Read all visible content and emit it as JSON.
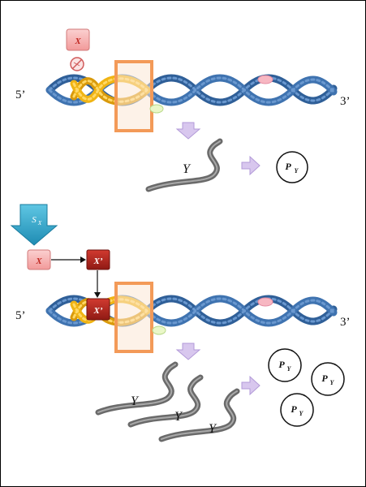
{
  "labels": {
    "five_prime": "5’",
    "three_prime": "3’",
    "gene_mrna": "Y",
    "protein": "P",
    "protein_sub": "Y",
    "regulator": "X",
    "regulator_active": "X’",
    "signal": "S",
    "signal_sub": "X"
  },
  "colors": {
    "dna_strand": "#3f73b0",
    "promoter_strand": "#f0b414",
    "operator_box": "#f7a96a",
    "operator_fill": "#fdeee0",
    "regulator_inactive": "#f6b3b3",
    "regulator_active": "#b3261e",
    "mrna": "#6a6a6a",
    "arrow": "#d8c7ee",
    "signal_arrow": "#2ea3c6"
  },
  "icons": [
    "prohibited-icon",
    "down-arrow-icon",
    "right-arrow-icon",
    "signal-arrow-icon"
  ]
}
